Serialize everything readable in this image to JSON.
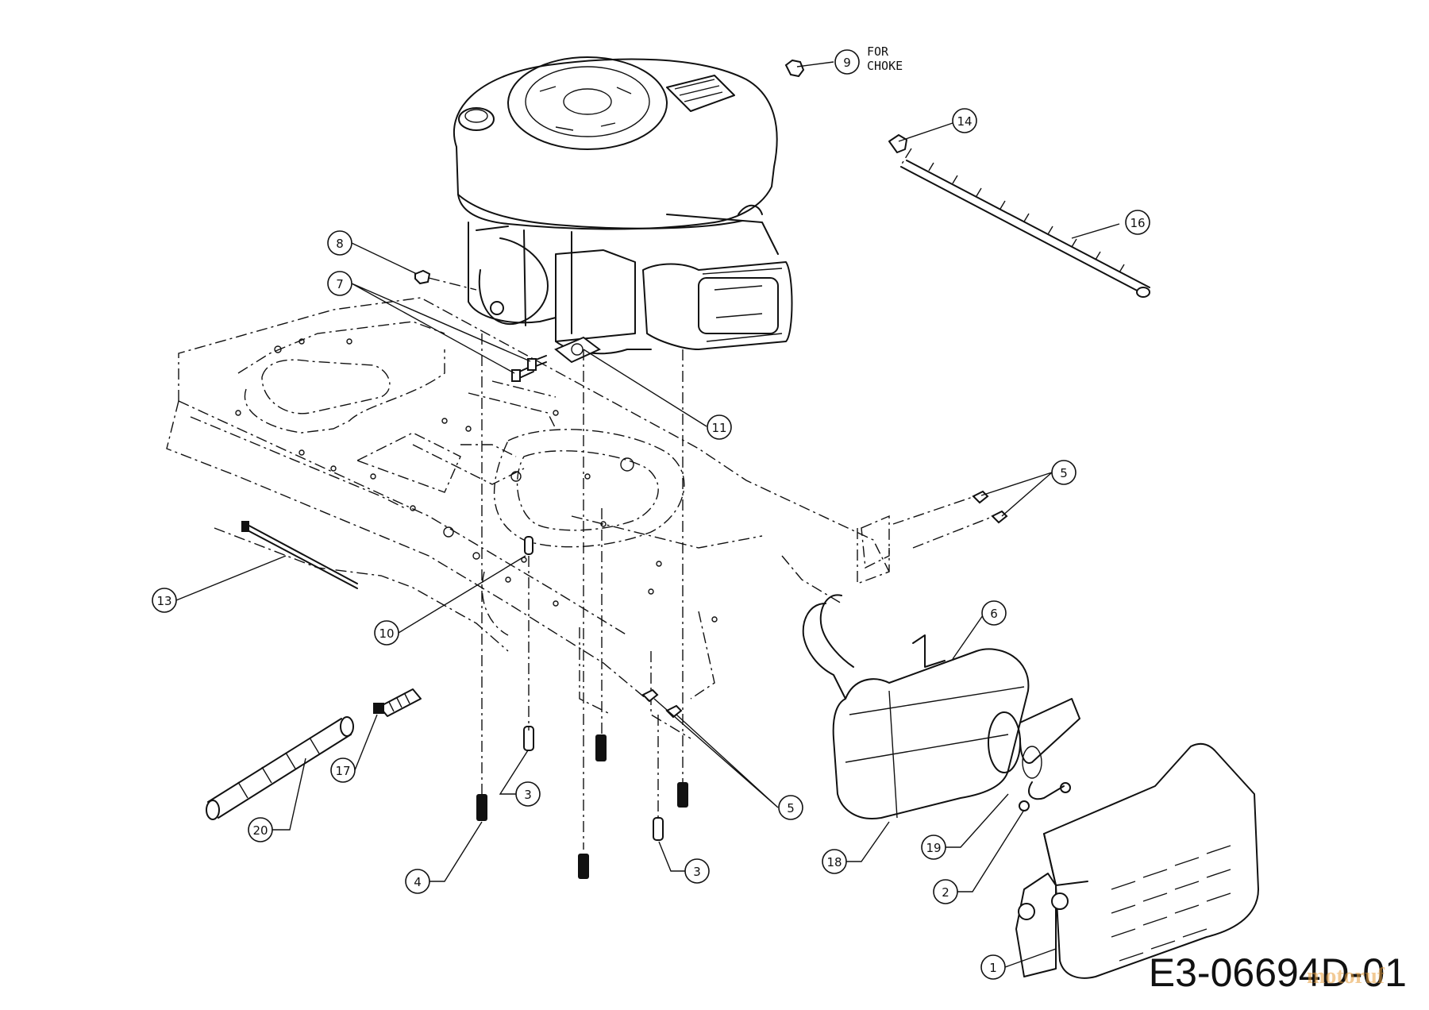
{
  "diagram": {
    "drawing_number": "E3-06694D-01",
    "watermark": "motoruf",
    "choke_note": [
      "FOR",
      "CHOKE"
    ],
    "callouts": [
      "9",
      "14",
      "16",
      "8",
      "7",
      "11",
      "5",
      "6",
      "13",
      "10",
      "17",
      "3",
      "5",
      "20",
      "4",
      "3",
      "18",
      "19",
      "2",
      "1"
    ]
  }
}
